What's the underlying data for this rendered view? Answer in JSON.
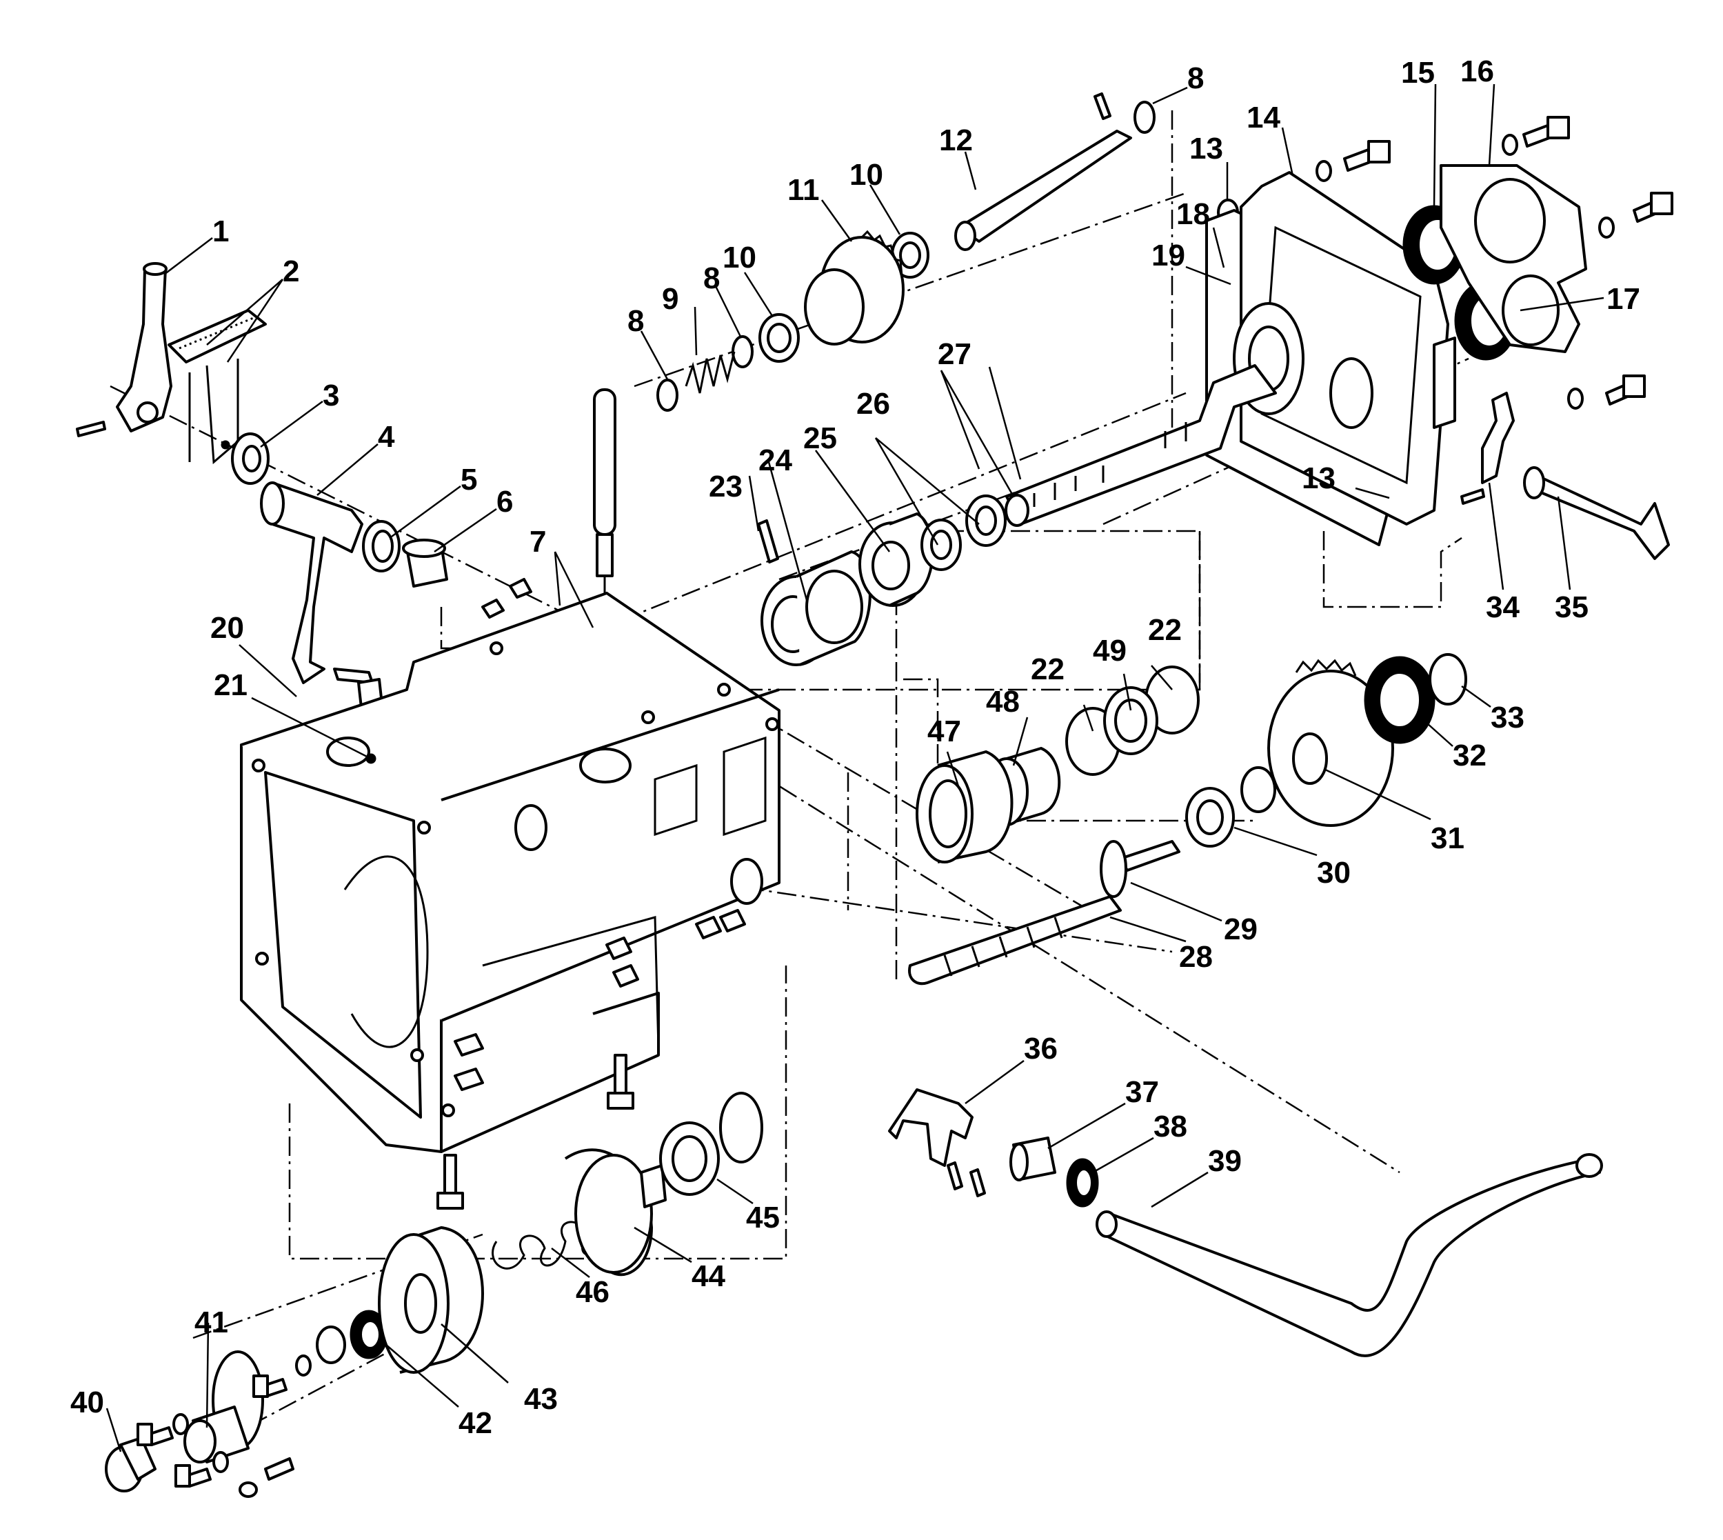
{
  "callouts": [
    {
      "id": "1",
      "text": "1"
    },
    {
      "id": "2",
      "text": "2"
    },
    {
      "id": "3",
      "text": "3"
    },
    {
      "id": "4",
      "text": "4"
    },
    {
      "id": "5",
      "text": "5"
    },
    {
      "id": "6",
      "text": "6"
    },
    {
      "id": "7",
      "text": "7"
    },
    {
      "id": "8a",
      "text": "8"
    },
    {
      "id": "8b",
      "text": "8"
    },
    {
      "id": "8c",
      "text": "8"
    },
    {
      "id": "9",
      "text": "9"
    },
    {
      "id": "10a",
      "text": "10"
    },
    {
      "id": "10b",
      "text": "10"
    },
    {
      "id": "11",
      "text": "11"
    },
    {
      "id": "12",
      "text": "12"
    },
    {
      "id": "13a",
      "text": "13"
    },
    {
      "id": "13b",
      "text": "13"
    },
    {
      "id": "14",
      "text": "14"
    },
    {
      "id": "15",
      "text": "15"
    },
    {
      "id": "16",
      "text": "16"
    },
    {
      "id": "17",
      "text": "17"
    },
    {
      "id": "18",
      "text": "18"
    },
    {
      "id": "19",
      "text": "19"
    },
    {
      "id": "20",
      "text": "20"
    },
    {
      "id": "21",
      "text": "21"
    },
    {
      "id": "22a",
      "text": "22"
    },
    {
      "id": "22b",
      "text": "22"
    },
    {
      "id": "23",
      "text": "23"
    },
    {
      "id": "24",
      "text": "24"
    },
    {
      "id": "25",
      "text": "25"
    },
    {
      "id": "26",
      "text": "26"
    },
    {
      "id": "27",
      "text": "27"
    },
    {
      "id": "28",
      "text": "28"
    },
    {
      "id": "29",
      "text": "29"
    },
    {
      "id": "30",
      "text": "30"
    },
    {
      "id": "31",
      "text": "31"
    },
    {
      "id": "32",
      "text": "32"
    },
    {
      "id": "33",
      "text": "33"
    },
    {
      "id": "34",
      "text": "34"
    },
    {
      "id": "35",
      "text": "35"
    },
    {
      "id": "36",
      "text": "36"
    },
    {
      "id": "37",
      "text": "37"
    },
    {
      "id": "38",
      "text": "38"
    },
    {
      "id": "39",
      "text": "39"
    },
    {
      "id": "40",
      "text": "40"
    },
    {
      "id": "41",
      "text": "41"
    },
    {
      "id": "42",
      "text": "42"
    },
    {
      "id": "43",
      "text": "43"
    },
    {
      "id": "44",
      "text": "44"
    },
    {
      "id": "45",
      "text": "45"
    },
    {
      "id": "46",
      "text": "46"
    },
    {
      "id": "47",
      "text": "47"
    },
    {
      "id": "48",
      "text": "48"
    },
    {
      "id": "49",
      "text": "49"
    }
  ]
}
